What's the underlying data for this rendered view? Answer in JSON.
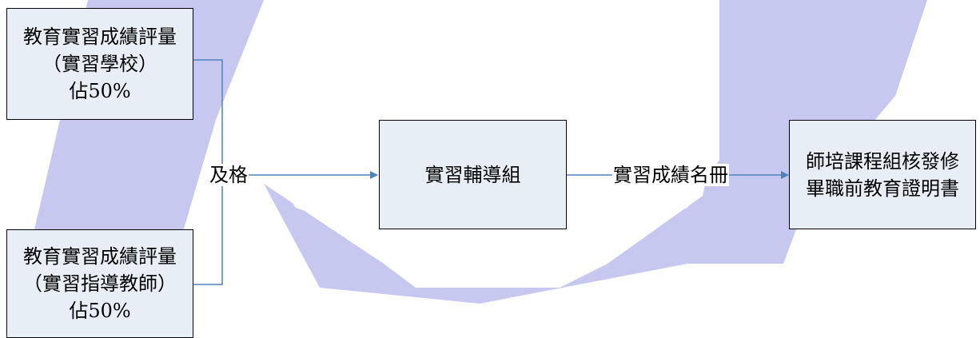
{
  "colors": {
    "box_fill": "#e8eef6",
    "connector": "#4f81bd",
    "watermark": "#c7c8f0"
  },
  "boxes": {
    "school": {
      "line1": "教育實習成績評量",
      "line2": "（實習學校）",
      "line3": "佔50%"
    },
    "teacher": {
      "line1": "教育實習成績評量",
      "line2": "（實習指導教師）",
      "line3": "佔50%"
    },
    "guidance": {
      "line1": "實習輔導組"
    },
    "certificate": {
      "line1": "師培課程組核發修",
      "line2": "畢職前教育證明書"
    }
  },
  "edges": {
    "pass_label": "及格",
    "roster_label": "實習成績名冊"
  },
  "watermark_icon": "bell-logo-watermark"
}
